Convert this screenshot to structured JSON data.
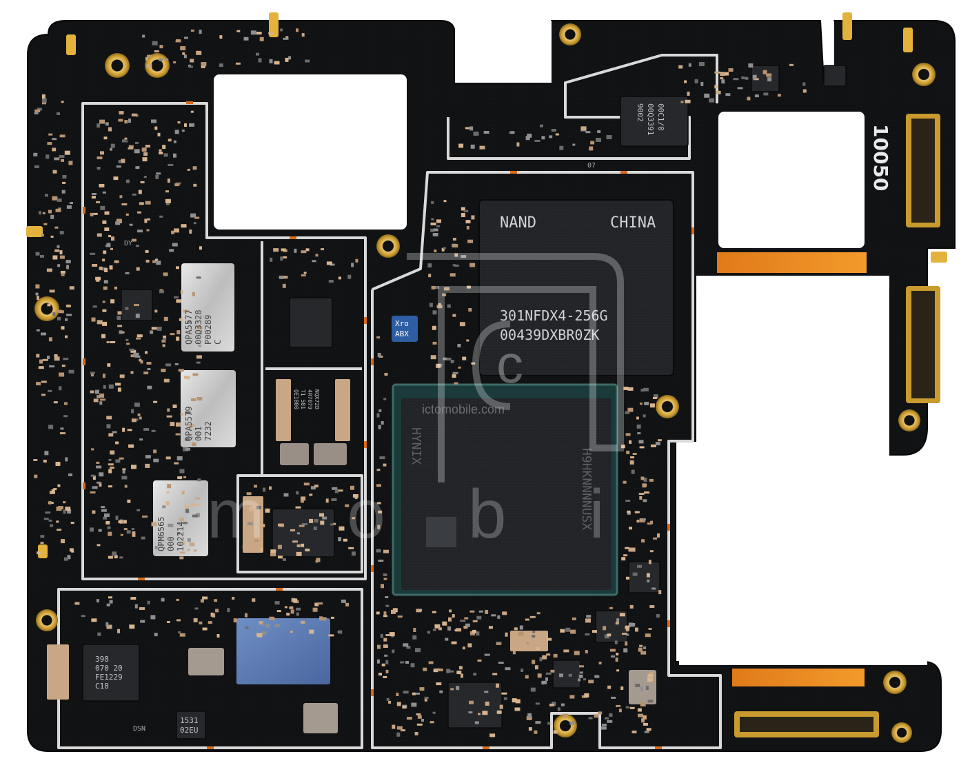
{
  "board": {
    "nand_chip": {
      "label_left": "NAND",
      "label_right": "CHINA",
      "part_number": "301NFDX4-256G",
      "lot_code": "00439DXBR0ZK"
    },
    "dram_chip": {
      "brand": "HYNIX",
      "part_number": "H9HKNNNNUSX"
    },
    "board_id": "10050",
    "pa_module_1": {
      "lines": [
        "QPA5577",
        "00Q3328",
        "P00289",
        "C"
      ]
    },
    "pa_module_2": {
      "lines": [
        "QPA5579",
        "001",
        "7232"
      ]
    },
    "pa_module_3": {
      "lines": [
        "QPM6565",
        "000",
        "102214"
      ]
    },
    "pmic_chip": {
      "lines": [
        "398",
        "070 20",
        "FE1229",
        "C18"
      ]
    },
    "small_chip_1": {
      "lines": [
        "1531",
        "02EU"
      ]
    },
    "small_chip_2": {
      "lines": [
        "QE1800",
        "T1 581",
        "4R7079",
        "NQX72D"
      ]
    },
    "top_chip": {
      "lines": [
        "00C1/0",
        "00Q3391",
        "9002"
      ]
    },
    "blue_part": {
      "lines": [
        "Xro",
        "ABX"
      ]
    },
    "tiny_labels": [
      "DSN",
      "07",
      "DY"
    ]
  },
  "watermark": {
    "url": "ictomobile.com",
    "word": "mobile",
    "logo_letter": "c"
  }
}
